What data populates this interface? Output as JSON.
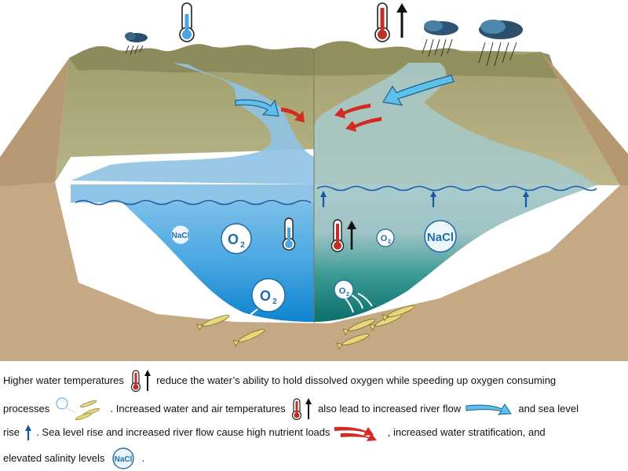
{
  "labels": {
    "o2": "O",
    "o2_sub": "2",
    "nacl": "NaCl"
  },
  "caption": {
    "line1_a": "Higher water temperatures",
    "line1_b": "reduce the water’s ability to hold dissolved oxygen while speeding up oxygen consuming",
    "line2_a": "processes",
    "line2_b": ".  Increased water and air temperatures",
    "line2_c": "also lead to increased river flow",
    "line2_d": "and sea level",
    "line3_a": "rise",
    "line3_b": ".  Sea level rise and increased river flow cause high nutrient loads",
    "line3_c": ", increased water stratification,  and",
    "line4_a": "elevated salinity levels",
    "line4_b": "."
  },
  "colors": {
    "land": "#a8a877",
    "land_dark": "#8f8f5e",
    "soil": "#c4a884",
    "water_left": "#7fbde6",
    "water_deep_left": "#1e8fd6",
    "water_right": "#9fc4c8",
    "water_deep_right": "#0f7f7c",
    "river_arrow": "#5cc0ea",
    "nutrient_arrow": "#d32b22",
    "sea_arrow": "#1857a6",
    "thermo_cold": "#4aa6e0",
    "thermo_hot": "#c0302a",
    "fish": "#e6d77a"
  },
  "icons": [
    "thermometer-cold-icon",
    "thermometer-hot-icon",
    "up-arrow-icon",
    "rain-cloud-icon",
    "oxygen-bubble-icon",
    "salt-bubble-icon",
    "fish-icon",
    "river-flow-arrow-icon",
    "nutrient-arrow-icon",
    "sea-level-arrow-icon"
  ]
}
